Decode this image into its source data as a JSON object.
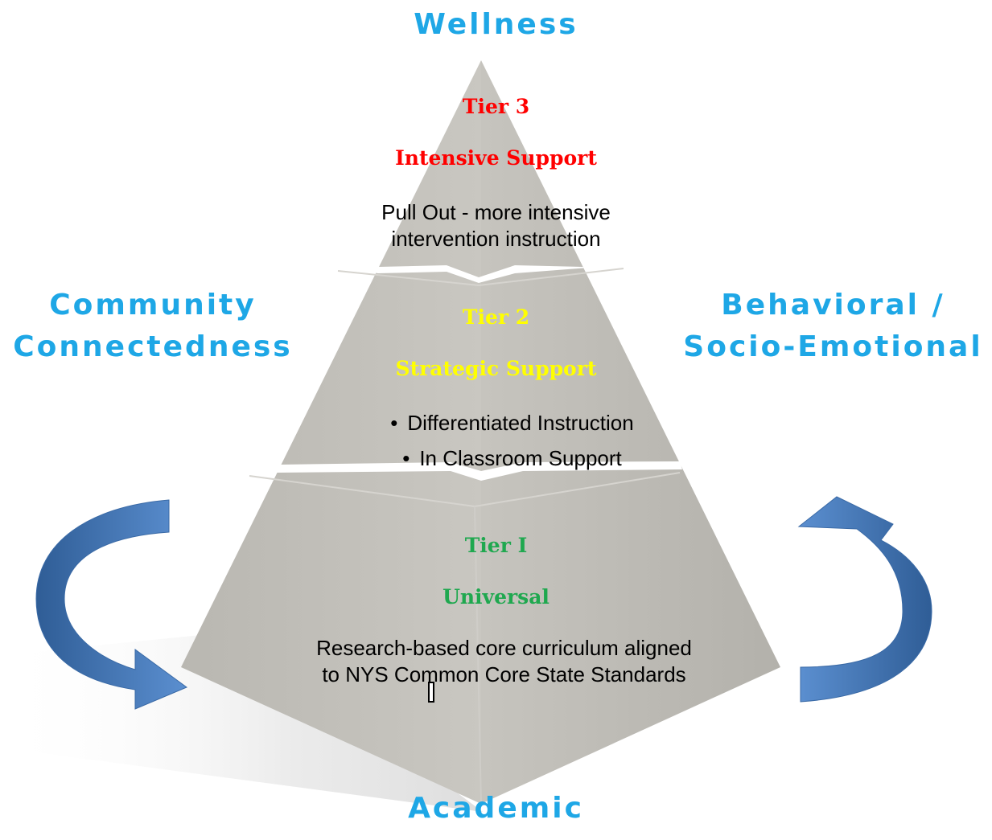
{
  "labels": {
    "top": "Wellness",
    "left": [
      "Community",
      "Connectedness"
    ],
    "right": [
      "Behavioral /",
      "Socio-Emotional"
    ],
    "bottom": "Academic"
  },
  "tiers": [
    {
      "title": "Tier 3",
      "subtitle": "Intensive Support",
      "lines": [
        "Pull Out - more intensive",
        "intervention instruction"
      ],
      "color": "#ff0000"
    },
    {
      "title": "Tier 2",
      "subtitle": "Strategic Support",
      "bullets": [
        "Differentiated Instruction",
        "In Classroom Support"
      ],
      "color": "#ffff00"
    },
    {
      "title": "Tier I",
      "subtitle": "Universal",
      "lines": [
        "Research-based core curriculum aligned",
        "to NYS Common Core State Standards"
      ],
      "color": "#1fa84f"
    }
  ],
  "arrow_color": "#4a7ebb"
}
